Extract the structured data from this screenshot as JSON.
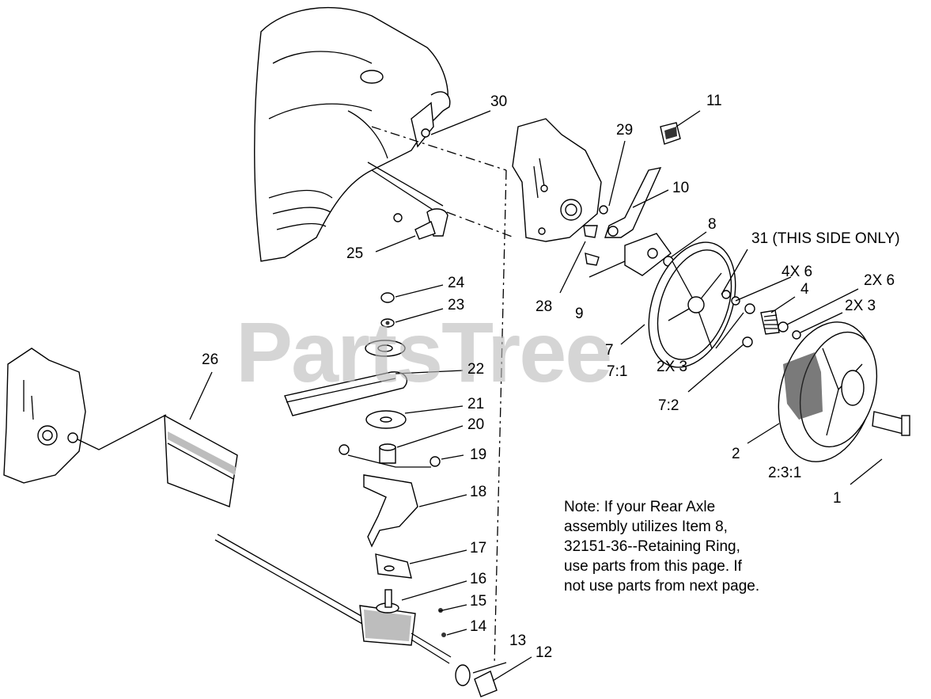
{
  "watermark": "PartsTree",
  "note": {
    "lines": [
      "Note:  If your Rear Axle",
      "assembly utilizes Item 8,",
      "32151-36--Retaining Ring,",
      "use parts from this page.  If",
      "not use parts from next page."
    ]
  },
  "callouts": {
    "c1": "1",
    "c2": "2",
    "c2_3_1": "2:3:1",
    "c2x3_a": "2X 3",
    "c2x3_b": "2X 3",
    "c2x6": "2X 6",
    "c4": "4",
    "c4x6": "4X 6",
    "c7": "7",
    "c7_1": "7:1",
    "c7_2": "7:2",
    "c8": "8",
    "c9": "9",
    "c10": "10",
    "c11": "11",
    "c12": "12",
    "c13": "13",
    "c14": "14",
    "c15": "15",
    "c16": "16",
    "c17": "17",
    "c18": "18",
    "c19": "19",
    "c20": "20",
    "c21": "21",
    "c22": "22",
    "c23": "23",
    "c24": "24",
    "c25": "25",
    "c26": "26",
    "c28": "28",
    "c29": "29",
    "c30": "30",
    "c31": "31 (THIS SIDE ONLY)"
  }
}
